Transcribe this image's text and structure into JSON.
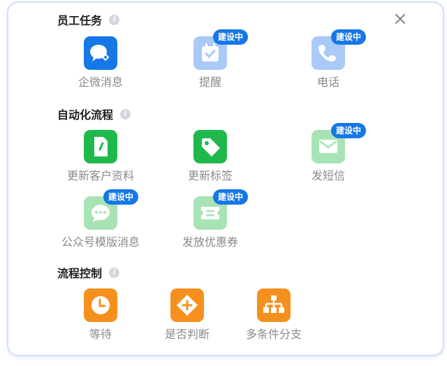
{
  "sections": [
    {
      "title": "员工任务",
      "items": [
        {
          "label": "企微消息",
          "icon": "wecom-message-icon",
          "badge": ""
        },
        {
          "label": "提醒",
          "icon": "reminder-icon",
          "badge": "建设中"
        },
        {
          "label": "电话",
          "icon": "phone-icon",
          "badge": "建设中"
        }
      ]
    },
    {
      "title": "自动化流程",
      "items": [
        {
          "label": "更新客户资料",
          "icon": "edit-profile-icon",
          "badge": ""
        },
        {
          "label": "更新标签",
          "icon": "tag-icon",
          "badge": ""
        },
        {
          "label": "发短信",
          "icon": "sms-icon",
          "badge": "建设中"
        },
        {
          "label": "公众号模版消息",
          "icon": "official-account-message-icon",
          "badge": "建设中"
        },
        {
          "label": "发放优惠券",
          "icon": "coupon-icon",
          "badge": "建设中"
        }
      ]
    },
    {
      "title": "流程控制",
      "items": [
        {
          "label": "等待",
          "icon": "clock-icon",
          "badge": ""
        },
        {
          "label": "是否判断",
          "icon": "condition-icon",
          "badge": ""
        },
        {
          "label": "多条件分支",
          "icon": "branch-icon",
          "badge": ""
        }
      ]
    }
  ],
  "colors": {
    "blue": "#1677e6",
    "blue_light": "#a9c9f7",
    "green": "#1fb94b",
    "green_light": "#a8e3b6",
    "orange": "#f5901e",
    "badge": "#1677e6"
  }
}
